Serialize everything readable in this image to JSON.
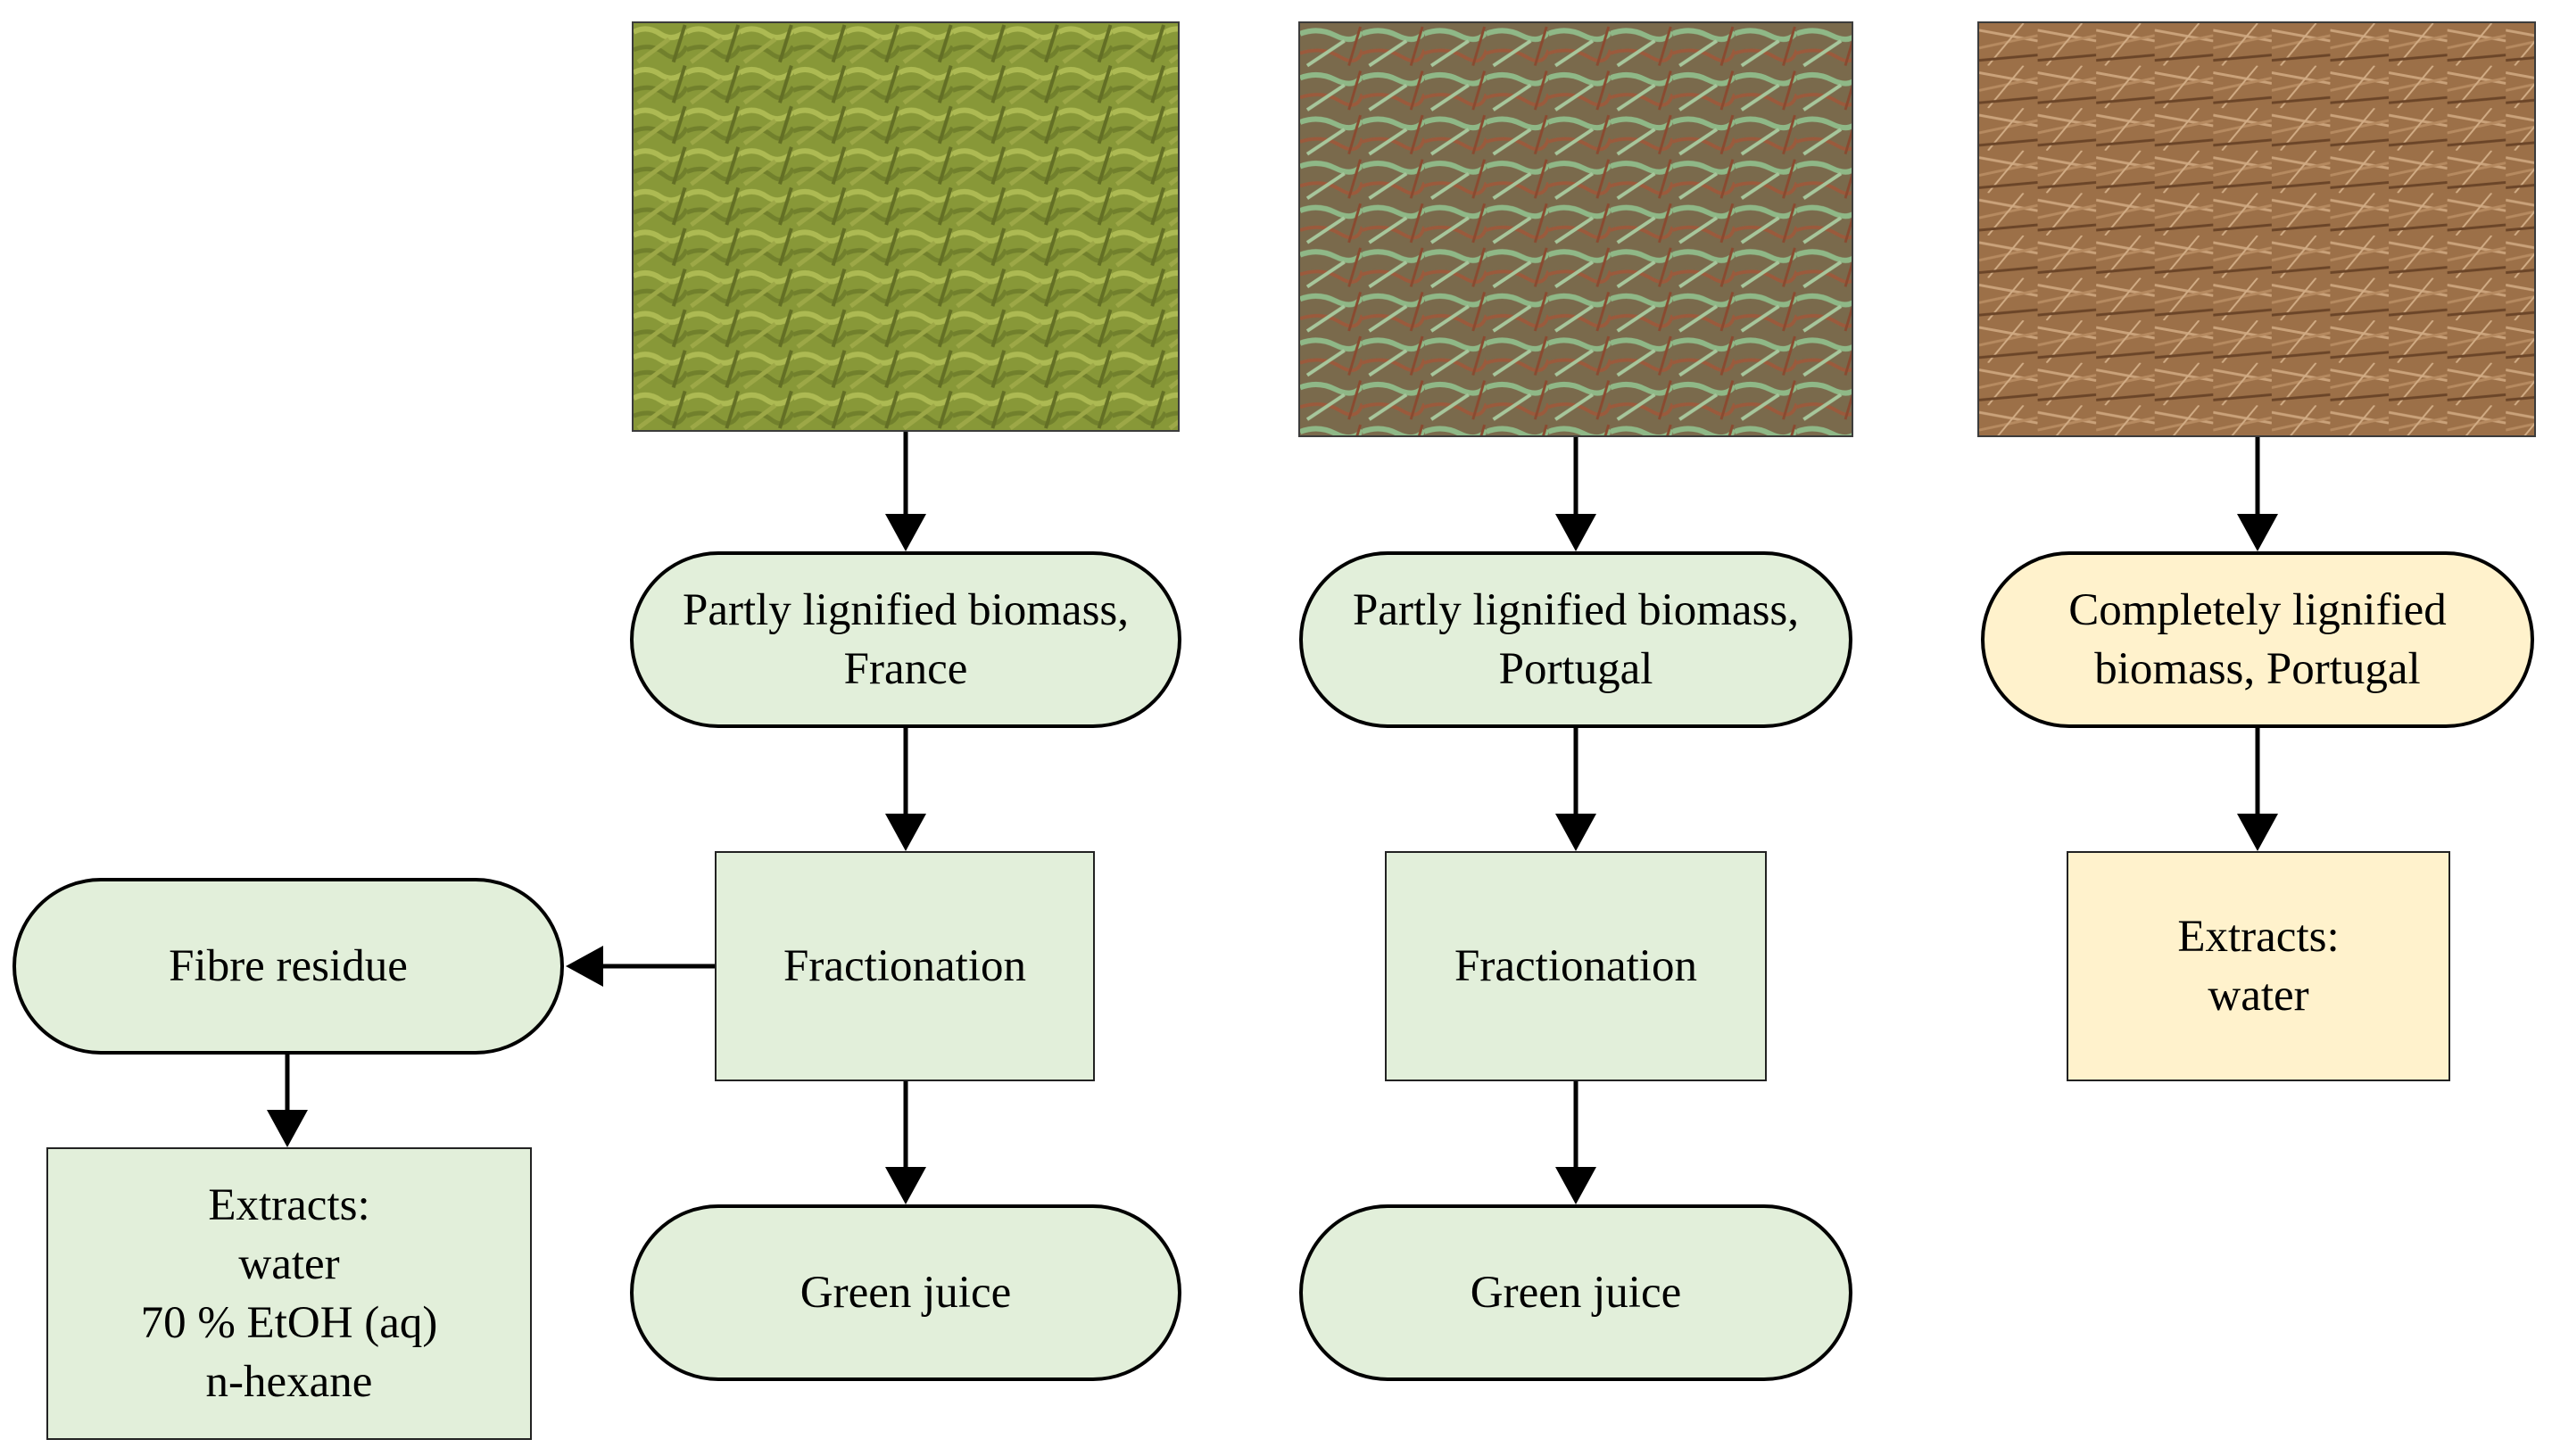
{
  "colors": {
    "green_fill": "#e2efda",
    "yellow_fill": "#fff2cc",
    "outline": "#000000"
  },
  "photos": {
    "france": {
      "icon": "green-succulent-biomass-photo"
    },
    "portugal": {
      "icon": "green-and-brown-biomass-photo"
    },
    "portugal_lignified": {
      "icon": "brown-dry-biomass-photo"
    }
  },
  "nodes": {
    "partly_france": "Partly lignified biomass,\nFrance",
    "partly_portugal": "Partly lignified biomass,\nPortugal",
    "completely_portugal": "Completely lignified\nbiomass, Portugal",
    "fractionation_france": "Fractionation",
    "fractionation_portugal": "Fractionation",
    "extracts_water": "Extracts:\nwater",
    "fibre_residue": "Fibre residue",
    "extracts_fibre": "Extracts:\nwater\n70 % EtOH (aq)\nn-hexane",
    "green_juice_france": "Green juice",
    "green_juice_portugal": "Green juice"
  }
}
